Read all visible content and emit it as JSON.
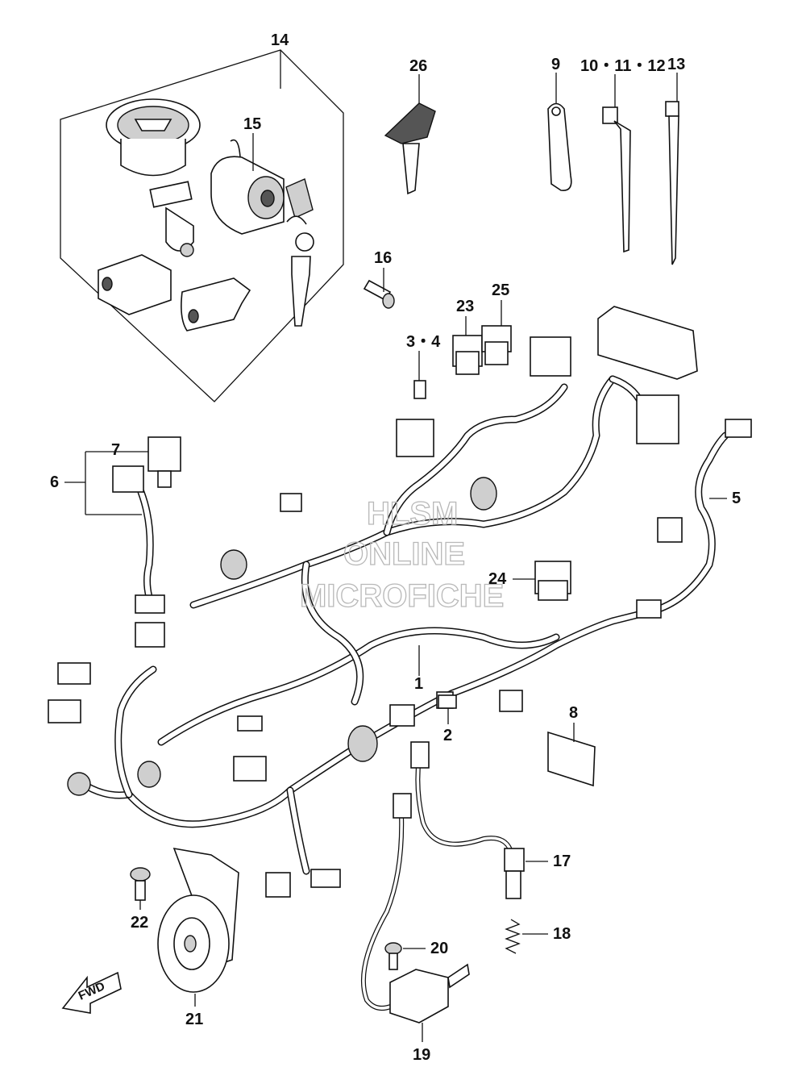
{
  "watermark": {
    "line1": "HLSM",
    "line2": "ONLINE",
    "line3": "MICROFICHE"
  },
  "direction_label": "FWD",
  "callouts": {
    "c1": "1",
    "c2": "2",
    "c34": "3・4",
    "c5": "5",
    "c6": "6",
    "c7": "7",
    "c8": "8",
    "c9": "9",
    "c101112": "10・11・12",
    "c13": "13",
    "c14": "14",
    "c15": "15",
    "c16": "16",
    "c17": "17",
    "c18": "18",
    "c19": "19",
    "c20": "20",
    "c21": "21",
    "c22": "22",
    "c23": "23",
    "c24": "24",
    "c25": "25",
    "c26": "26"
  }
}
